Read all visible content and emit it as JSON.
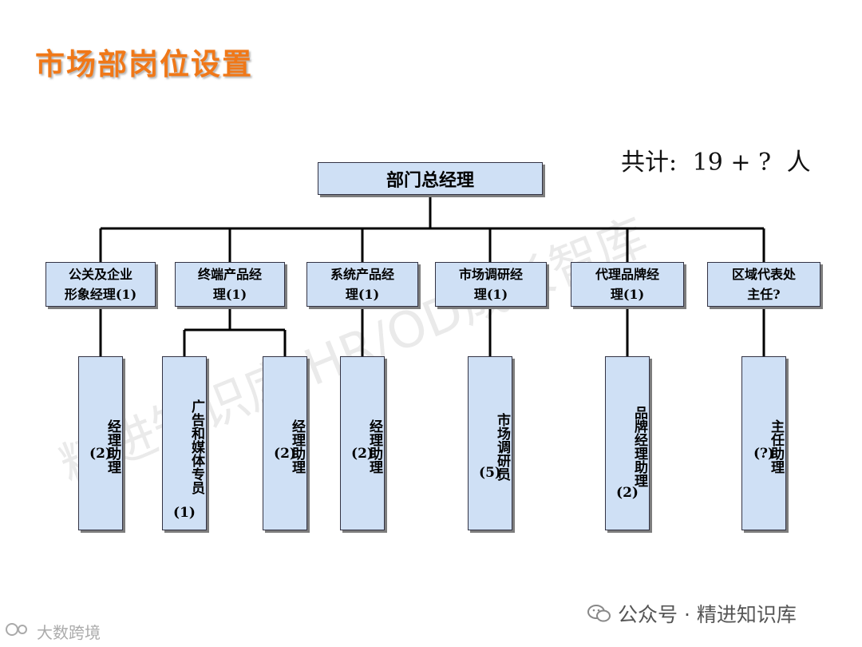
{
  "title": "市场部岗位设置",
  "total": {
    "label": "共计:",
    "value": "19 + ?",
    "unit": "人"
  },
  "org": {
    "head": "部门总经理",
    "managers": [
      {
        "line1": "公关及企业",
        "line2": "形象经理(1)"
      },
      {
        "line1": "终端产品经",
        "line2": "理(1)"
      },
      {
        "line1": "系统产品经",
        "line2": "理(1)"
      },
      {
        "line1": "市场调研经",
        "line2": "理(1)"
      },
      {
        "line1": "代理品牌经",
        "line2": "理(1)"
      },
      {
        "line1": "区域代表处",
        "line2": "主任?"
      }
    ],
    "staff": [
      {
        "text": "经理助理",
        "count": "(2)"
      },
      {
        "text": "广告和媒体专员",
        "count": "(1)"
      },
      {
        "text": "经理助理",
        "count": "(2)"
      },
      {
        "text": "经理助理",
        "count": "(2)"
      },
      {
        "text": "市场调研员",
        "count": "(5)"
      },
      {
        "text": "品牌经理助理",
        "count": "(2)"
      },
      {
        "text": "主任助理",
        "count": "(?)"
      }
    ]
  },
  "watermark": "精进知识库 HR/OD成长智库",
  "footer": {
    "wechat": "公众号 · 精进知识库",
    "source": "大数跨境"
  }
}
